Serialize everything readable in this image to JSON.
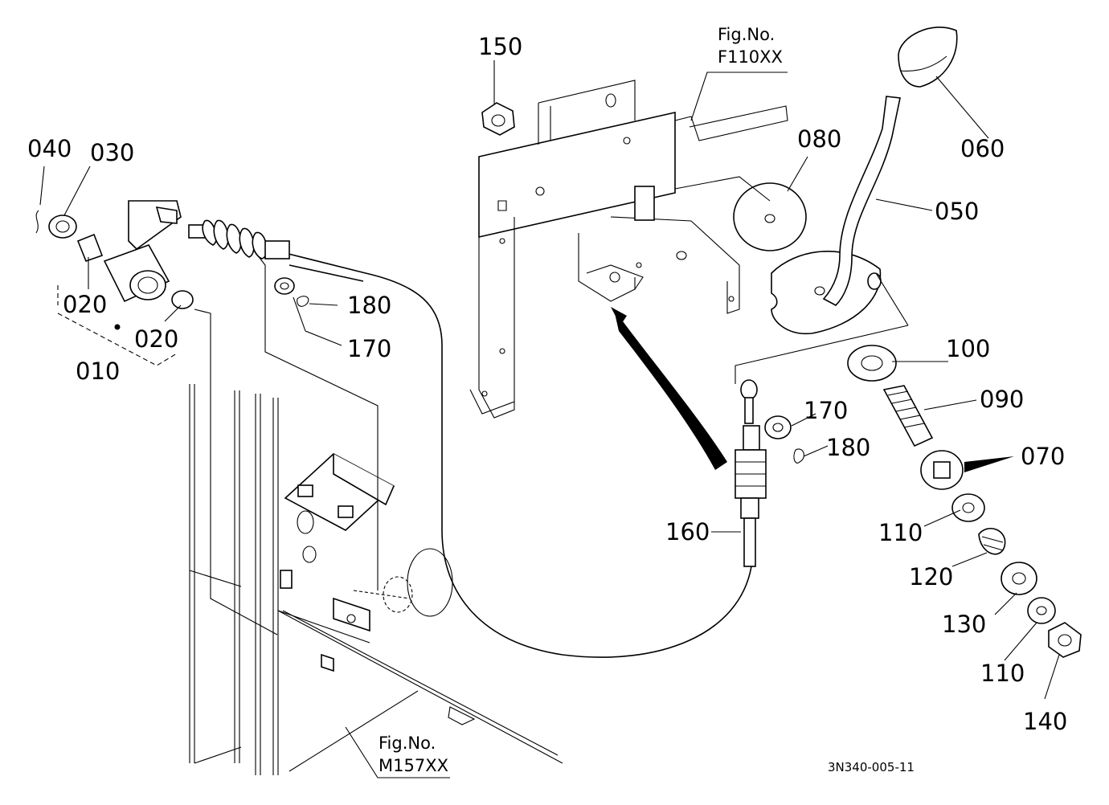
{
  "diagram": {
    "parts": [
      {
        "id": "p010",
        "label": "010"
      },
      {
        "id": "p020a",
        "label": "020"
      },
      {
        "id": "p020b",
        "label": "020"
      },
      {
        "id": "p030",
        "label": "030"
      },
      {
        "id": "p040",
        "label": "040"
      },
      {
        "id": "p050",
        "label": "050"
      },
      {
        "id": "p060",
        "label": "060"
      },
      {
        "id": "p070",
        "label": "070"
      },
      {
        "id": "p080",
        "label": "080"
      },
      {
        "id": "p090",
        "label": "090"
      },
      {
        "id": "p100",
        "label": "100"
      },
      {
        "id": "p110a",
        "label": "110"
      },
      {
        "id": "p110b",
        "label": "110"
      },
      {
        "id": "p120",
        "label": "120"
      },
      {
        "id": "p130",
        "label": "130"
      },
      {
        "id": "p140",
        "label": "140"
      },
      {
        "id": "p150",
        "label": "150"
      },
      {
        "id": "p160",
        "label": "160"
      },
      {
        "id": "p170a",
        "label": "170"
      },
      {
        "id": "p170b",
        "label": "170"
      },
      {
        "id": "p180a",
        "label": "180"
      },
      {
        "id": "p180b",
        "label": "180"
      }
    ],
    "references": [
      {
        "id": "ref_f110",
        "line1": "Fig.No.",
        "line2": "F110XX"
      },
      {
        "id": "ref_m157",
        "line1": "Fig.No.",
        "line2": "M157XX"
      }
    ],
    "drawing_code": "3N340-005-11"
  }
}
